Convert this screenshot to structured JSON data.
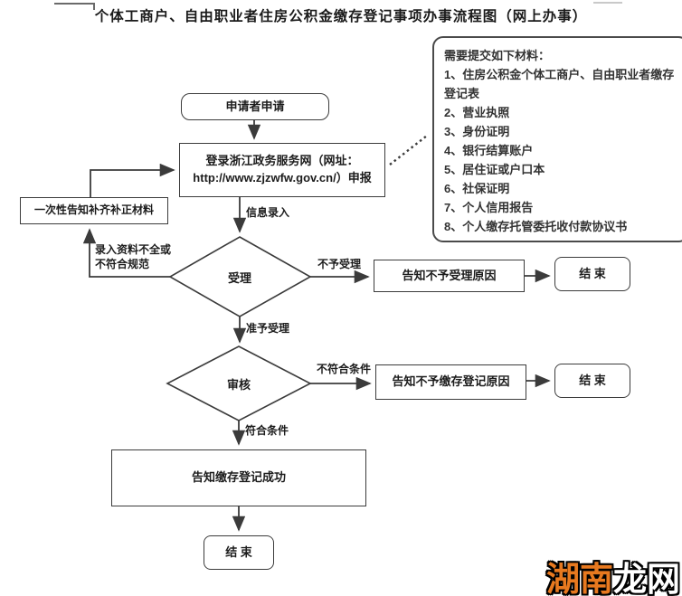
{
  "title": "个体工商户、自由职业者住房公积金缴存登记事项办事流程图（网上办事）",
  "materials": {
    "heading": "需要提交如下材料：",
    "items": [
      "1、住房公积金个体工商户、自由职业者缴存登记表",
      "2、营业执照",
      "3、身份证明",
      "4、银行结算账户",
      "5、居住证或户口本",
      "6、社保证明",
      "7、个人信用报告",
      "8、个人缴存托管委托收付款协议书"
    ]
  },
  "nodes": {
    "start": "申请者申请",
    "login_line1": "登录浙江政务服务网（网址：",
    "login_line2": "http://www.zjzwfw.gov.cn/）申报",
    "notify_fix": "一次性告知补齐补正材料",
    "accept_decision": "受理",
    "notify_not_accept": "告知不予受理原因",
    "end1": "结 束",
    "review_decision": "审核",
    "notify_not_register": "告知不予缴存登记原因",
    "end2": "结 束",
    "success": "告知缴存登记成功",
    "end3": "结 束"
  },
  "edge_labels": {
    "info_entry": "信息录入",
    "incomplete_line1": "录入资料不全或",
    "incomplete_line2": "不符合规范",
    "not_accepted": "不予受理",
    "accepted": "准予受理",
    "not_qualified": "不符合条件",
    "qualified": "符合条件"
  },
  "colors": {
    "line": "#3b3b3b",
    "watermark_orange": "#e8791f"
  },
  "watermark": {
    "part1": "湖南",
    "part2": "龙网"
  }
}
